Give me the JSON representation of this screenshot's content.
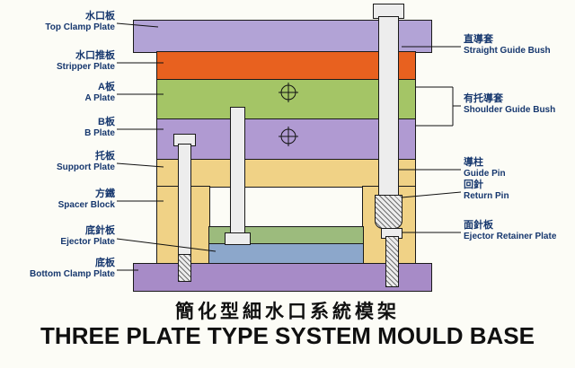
{
  "labels_left": [
    {
      "zh": "水口板",
      "en": "Top Clamp Plate"
    },
    {
      "zh": "水口推板",
      "en": "Stripper Plate"
    },
    {
      "zh": "A板",
      "en": "A Plate"
    },
    {
      "zh": "B板",
      "en": "B Plate"
    },
    {
      "zh": "托板",
      "en": "Support Plate"
    },
    {
      "zh": "方鐵",
      "en": "Spacer Block"
    },
    {
      "zh": "底針板",
      "en": "Ejector Plate"
    },
    {
      "zh": "底板",
      "en": "Bottom Clamp Plate"
    }
  ],
  "labels_right": [
    {
      "zh": "直導套",
      "en": "Straight Guide Bush"
    },
    {
      "zh": "有托導套",
      "en": "Shoulder Guide Bush"
    },
    {
      "zh": "導柱",
      "en": "Guide Pin"
    },
    {
      "zh": "回針",
      "en": "Return Pin"
    },
    {
      "zh": "面針板",
      "en": "Ejector Retainer Plate"
    }
  ],
  "titles": {
    "zh": "簡化型細水口系統模架",
    "en": "THREE PLATE TYPE SYSTEM MOULD BASE"
  },
  "colors": {
    "top_clamp_plate": "#b2a3d6",
    "stripper_plate": "#e8611f",
    "a_plate": "#a4c566",
    "b_plate": "#b09ad2",
    "support_plate": "#f0d286",
    "spacer_block": "#f0d286",
    "ejector_retainer_plate": "#9cbb7d",
    "ejector_plate": "#8ca7cb",
    "bottom_clamp_plate": "#a78bc7",
    "label_text": "#16376e",
    "title_text": "#101010"
  }
}
